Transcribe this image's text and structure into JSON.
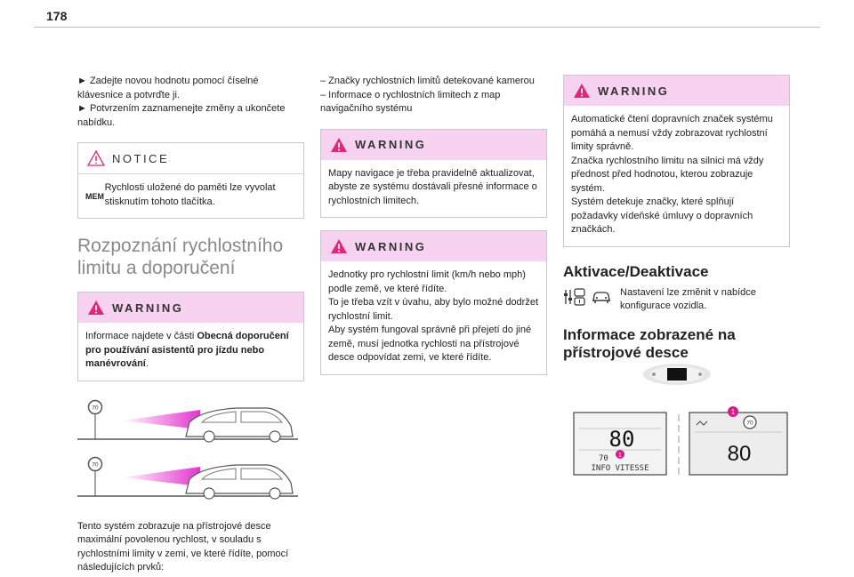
{
  "page": {
    "number": "178"
  },
  "col1": {
    "bullet1": "► Zadejte novou hodnotu pomocí číselné klávesnice a potvrďte ji.",
    "bullet2": "► Potvrzením zaznamenejte změny a ukončete nabídku.",
    "notice": {
      "label": "NOTICE",
      "mem_label": "MEM",
      "text": "Rychlosti uložené do paměti lze vyvolat stisknutím tohoto tlačítka."
    },
    "heading": "Rozpoznání rychlostního limitu a doporučení",
    "warning": {
      "label": "WARNING",
      "text_plain": "Informace najdete v části ",
      "text_bold": "Obecná doporučení pro používání asistentů pro jízdu nebo manévrování",
      "text_end": "."
    },
    "sign1": "70",
    "sign2": "70",
    "paragraph": "Tento systém zobrazuje na přístrojové desce maximální povolenou rychlost, v souladu s rychlostními limity v zemi, ve které řídíte, pomocí následujících prvků:"
  },
  "col2": {
    "dash1": "– Značky rychlostních limitů detekované kamerou",
    "dash2": "– Informace o rychlostních limitech z map navigačního systému",
    "warning1": {
      "label": "WARNING",
      "text": "Mapy navigace je třeba pravidelně aktualizovat, abyste ze systému dostávali přesné informace o rychlostních limitech."
    },
    "warning2": {
      "label": "WARNING",
      "p1": "Jednotky pro rychlostní limit (km/h nebo mph) podle země, ve které řídíte.",
      "p2": "To je třeba vzít v úvahu, aby bylo možné dodržet rychlostní limit.",
      "p3": "Aby systém fungoval správně při přejetí do jiné země, musí jednotka rychlosti na přístrojové desce odpovídat zemi, ve které řídíte."
    }
  },
  "col3": {
    "warning": {
      "label": "WARNING",
      "p1": "Automatické čtení dopravních značek systému pomáhá a nemusí vždy zobrazovat rychlostní limity správně.",
      "p2": "Značka rychlostního limitu na silnici má vždy přednost před hodnotou, kterou zobrazuje systém.",
      "p3": "Systém detekuje značky, které splňují požadavky vídeňské úmluvy o dopravních značkách."
    },
    "heading1": "Aktivace/Deaktivace",
    "activation_text": "Nastavení lze změnit v nabídce konfigurace vozidla.",
    "heading2": "Informace zobrazené na přístrojové desce",
    "cluster1": {
      "speed": "80",
      "small_limit": "70",
      "info": "INFO VITESSE",
      "callout": "1"
    },
    "cluster2": {
      "sign": "70",
      "speed": "80",
      "callout": "1"
    }
  },
  "colors": {
    "warning_bg": "#f7d2f1",
    "warning_icon": "#e0287a",
    "notice_icon": "#e0287a",
    "callout": "#d21c8a",
    "gray_heading": "#8a8a8a"
  }
}
